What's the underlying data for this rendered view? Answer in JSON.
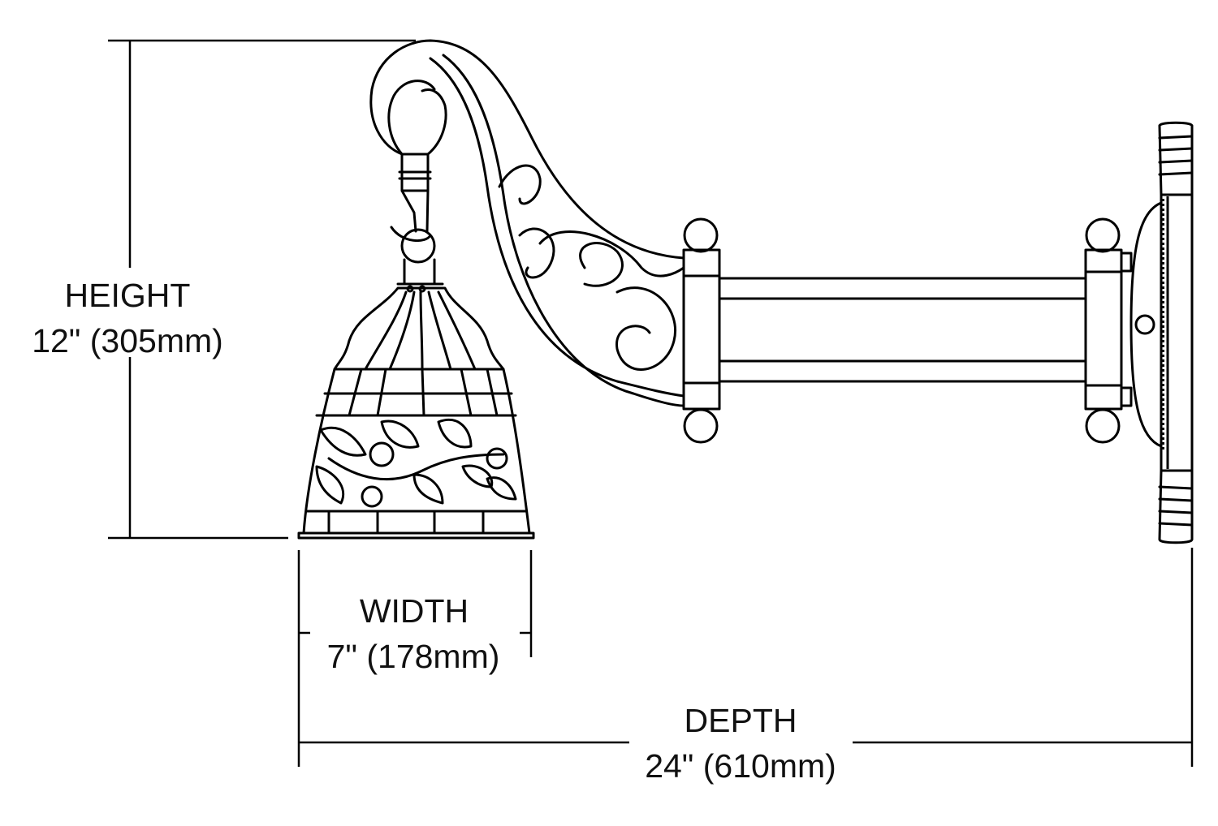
{
  "dimensions": {
    "height": {
      "label": "HEIGHT",
      "value": "12\" (305mm)"
    },
    "width": {
      "label": "WIDTH",
      "value": "7\" (178mm)"
    },
    "depth": {
      "label": "DEPTH",
      "value": "24\" (610mm)"
    }
  },
  "colors": {
    "line": "#000000",
    "background": "#ffffff"
  }
}
